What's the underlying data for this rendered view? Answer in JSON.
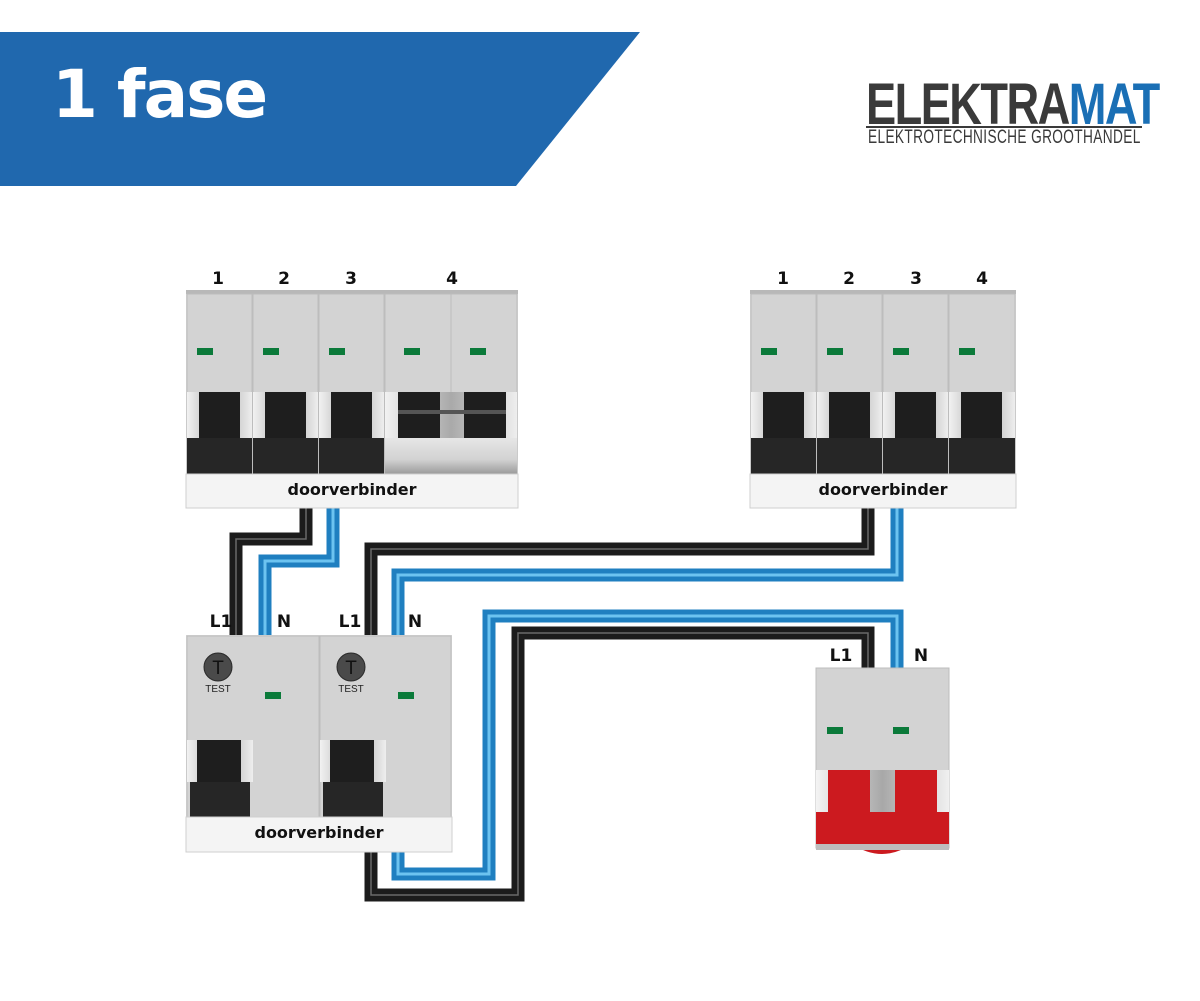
{
  "banner": {
    "title": "1 fase",
    "color": "#2068ae"
  },
  "logo": {
    "part1": "ELEKTRA",
    "part2": "MAT",
    "subtitle": "ELEKTROTECHNISCHE GROOTHANDEL"
  },
  "panel_left": {
    "group_labels": [
      "1",
      "2",
      "3",
      "4"
    ],
    "bar_label": "doorverbinder"
  },
  "panel_right": {
    "group_labels": [
      "1",
      "2",
      "3",
      "4"
    ],
    "bar_label": "doorverbinder"
  },
  "rcd_block": {
    "terminal_labels": [
      "L1",
      "N",
      "L1",
      "N"
    ],
    "test_symbol": "T",
    "test_label": "TEST",
    "bar_label": "doorverbinder"
  },
  "main_switch": {
    "terminal_labels": [
      "L1",
      "N"
    ]
  },
  "colors": {
    "live_wire": "#1c1c1c",
    "neutral_wire": "#2b8fd0",
    "indicator": "#0b7a3a",
    "main_switch": "#cc1a1f"
  }
}
